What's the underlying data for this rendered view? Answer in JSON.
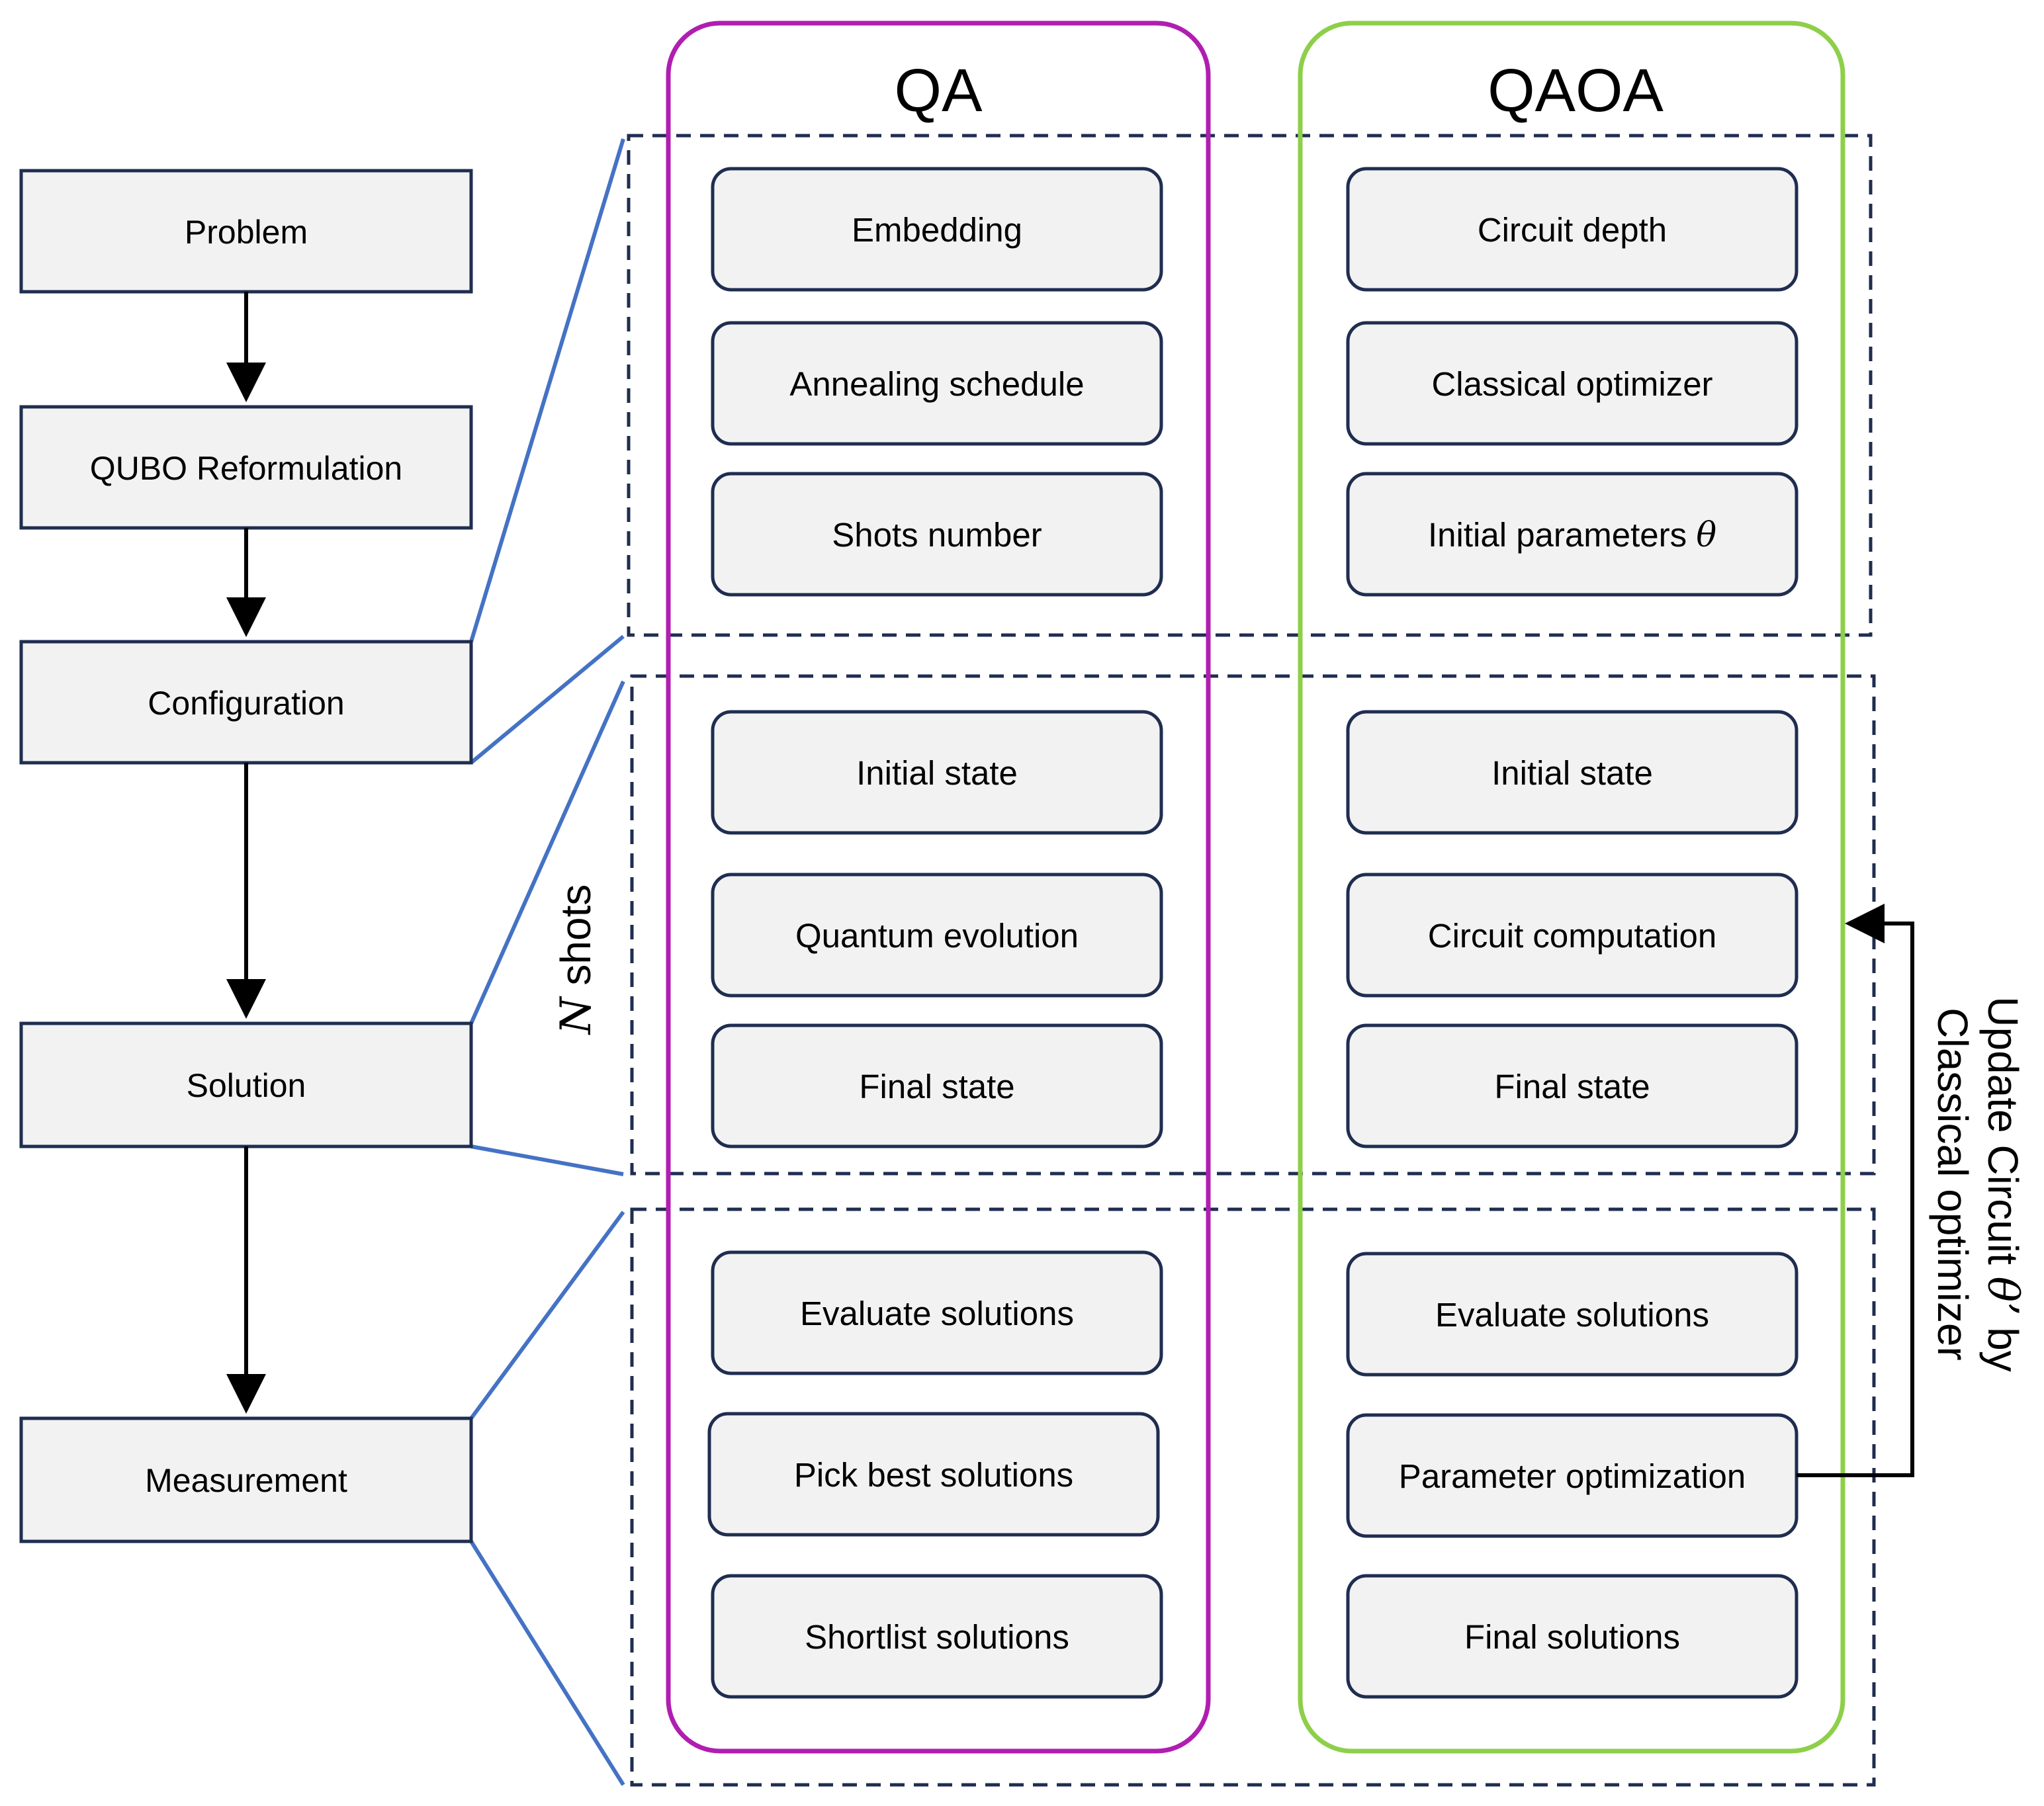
{
  "pipeline": {
    "problem": "Problem",
    "qubo": "QUBO Reformulation",
    "configuration": "Configuration",
    "solution": "Solution",
    "measurement": "Measurement"
  },
  "columns": {
    "qa_title": "QA",
    "qaoa_title": "QAOA",
    "qa_color": "#B01EB0",
    "qaoa_color": "#8ECF4A"
  },
  "qa": {
    "configuration": [
      "Embedding",
      "Annealing schedule",
      "Shots number"
    ],
    "solution": [
      "Initial state",
      "Quantum evolution",
      "Final state"
    ],
    "measurement": [
      "Evaluate solutions",
      "Pick best solutions",
      "Shortlist solutions"
    ]
  },
  "qaoa": {
    "configuration": [
      "Circuit depth",
      "Classical optimizer",
      "Initial parameters "
    ],
    "configuration_symbol": "θ",
    "solution": [
      "Initial state",
      "Circuit computation",
      "Final state"
    ],
    "measurement": [
      "Evaluate solutions",
      "Parameter optimization",
      "Final solutions"
    ]
  },
  "shots_label": {
    "n": "N",
    "text": " shots"
  },
  "feedback_label": {
    "line1_prefix": "Update Circuit ",
    "line1_symbol": "θ’",
    "line1_suffix": " by",
    "line2": "Classical optimizer"
  },
  "colors": {
    "connector_blue": "#4472C4",
    "dashed_navy": "#1F2D50",
    "box_fill": "#F2F2F2",
    "box_stroke": "#1F2D50"
  }
}
